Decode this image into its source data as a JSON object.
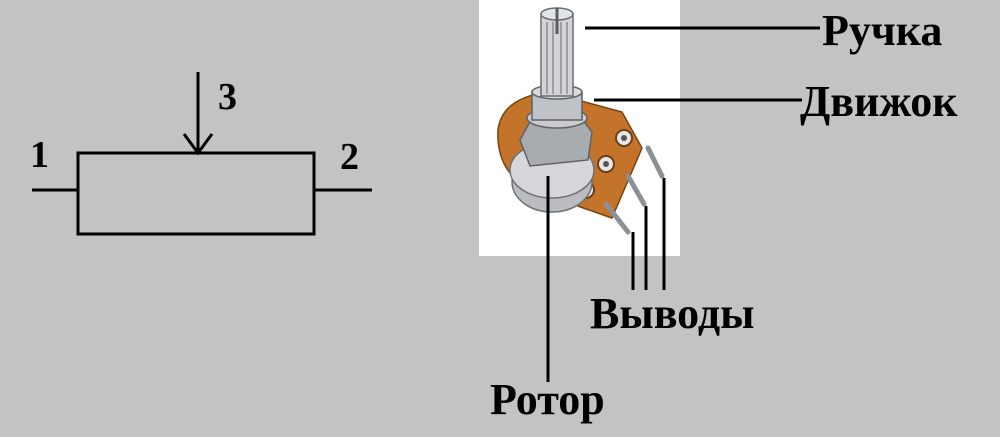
{
  "schematic": {
    "terminal_1": "1",
    "terminal_2": "2",
    "terminal_3": "3"
  },
  "photo_labels": {
    "knob": "Ручка",
    "wiper": "Движок",
    "leads": "Выводы",
    "rotor": "Ротор"
  },
  "colors": {
    "background": "#c3c3c3",
    "photo_background": "#ffffff",
    "line": "#000000",
    "pcb": "#c4742a",
    "metal": "#b9bcc0"
  },
  "icons": {
    "schematic": "potentiometer-symbol",
    "photo": "rotary-potentiometer-photo"
  }
}
